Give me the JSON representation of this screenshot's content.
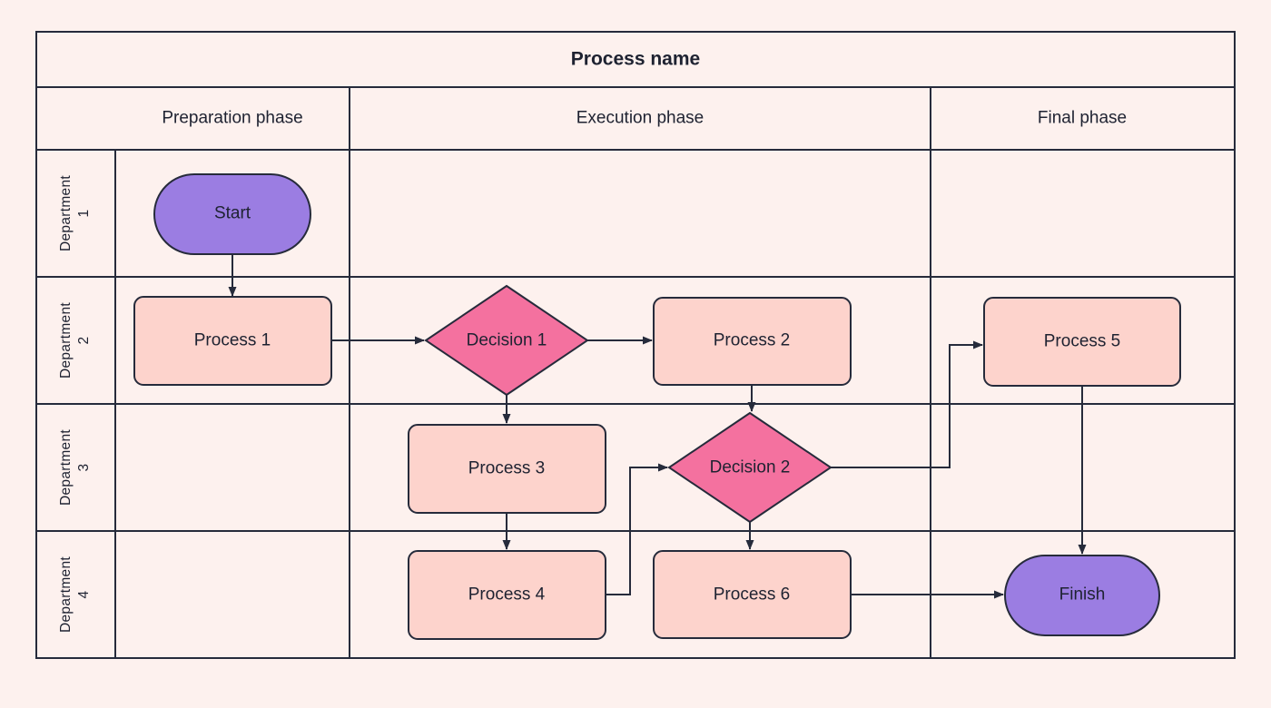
{
  "title": "Process name",
  "phases": [
    {
      "label": "Preparation phase"
    },
    {
      "label": "Execution phase"
    },
    {
      "label": "Final phase"
    }
  ],
  "departments": [
    {
      "name": "Department",
      "number": "1"
    },
    {
      "name": "Department",
      "number": "2"
    },
    {
      "name": "Department",
      "number": "3"
    },
    {
      "name": "Department",
      "number": "4"
    }
  ],
  "nodes": {
    "start": {
      "label": "Start",
      "type": "terminal"
    },
    "process1": {
      "label": "Process 1",
      "type": "process"
    },
    "decision1": {
      "label": "Decision 1",
      "type": "decision"
    },
    "process2": {
      "label": "Process 2",
      "type": "process"
    },
    "process3": {
      "label": "Process 3",
      "type": "process"
    },
    "process4": {
      "label": "Process 4",
      "type": "process"
    },
    "process5": {
      "label": "Process 5",
      "type": "process"
    },
    "process6": {
      "label": "Process 6",
      "type": "process"
    },
    "decision2": {
      "label": "Decision 2",
      "type": "decision"
    },
    "finish": {
      "label": "Finish",
      "type": "terminal"
    }
  },
  "colors": {
    "background": "#fdf1ee",
    "line": "#262b3b",
    "process-fill": "#fdd3cc",
    "decision-fill": "#f4719f",
    "terminal-fill": "#9b7de2",
    "text": "#1e2231"
  }
}
